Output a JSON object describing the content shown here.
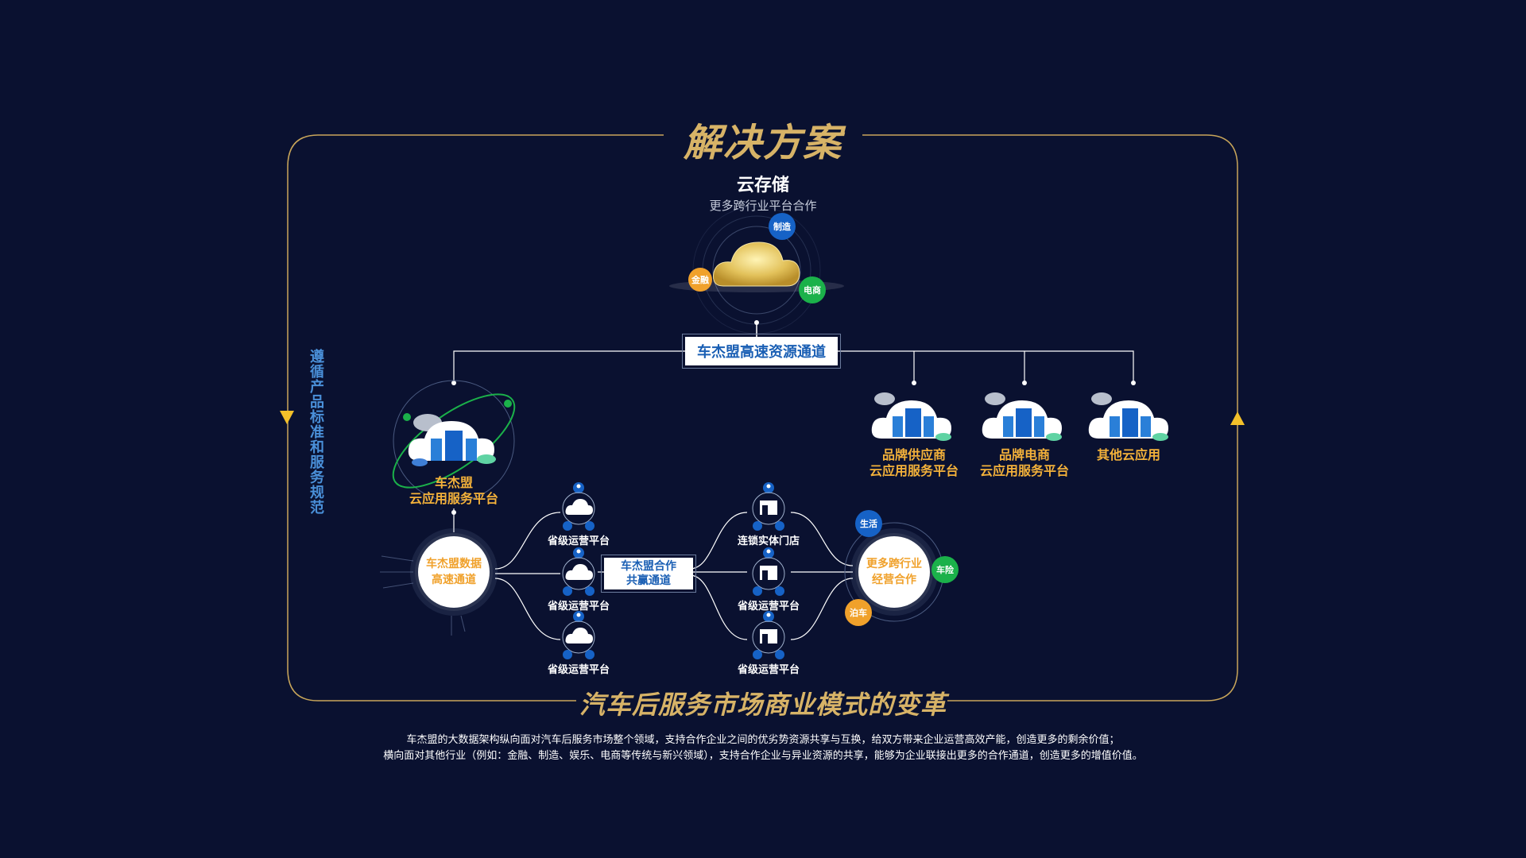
{
  "title": "解决方案",
  "bottom_title": "汽车后服务市场商业模式的变革",
  "side_label": "遵循产品标准和服务规范",
  "cloud": {
    "title": "云存储",
    "subtitle": "更多跨行业平台合作",
    "tags": [
      "制造",
      "金融",
      "电商"
    ]
  },
  "main_channel": "车杰盟高速资源通道",
  "platforms": {
    "main": [
      "车杰盟",
      "云应用服务平台"
    ],
    "brand_supplier": [
      "品牌供应商",
      "云应用服务平台"
    ],
    "brand_ecommerce": [
      "品牌电商",
      "云应用服务平台"
    ],
    "other": "其他云应用"
  },
  "data_hub": [
    "车杰盟数据",
    "高速通道"
  ],
  "province_nodes": [
    "省级运营平台",
    "省级运营平台",
    "省级运营平台"
  ],
  "coop_channel": [
    "车杰盟合作",
    "共赢通道"
  ],
  "store_nodes": [
    "连锁实体门店",
    "省级运营平台",
    "省级运营平台"
  ],
  "cross_hub": {
    "label": [
      "更多跨行业",
      "经营合作"
    ],
    "tags": [
      "生活",
      "车险",
      "泊车"
    ]
  },
  "description": [
    "车杰盟的大数据架构纵向面对汽车后服务市场整个领域，支持合作企业之间的优劣势资源共享与互换，给双方带来企业运营高效产能，创造更多的剩余价值；",
    "横向面对其他行业（例如：金融、制造、娱乐、电商等传统与新兴领域），支持合作企业与异业资源的共享，能够为企业联接出更多的合作通道，创造更多的增值价值。"
  ],
  "colors": {
    "background": "#0a1130",
    "gold": "#d7b367",
    "accent_blue": "#1662c6",
    "accent_green": "#1bb14a",
    "accent_orange": "#f0a12b"
  }
}
